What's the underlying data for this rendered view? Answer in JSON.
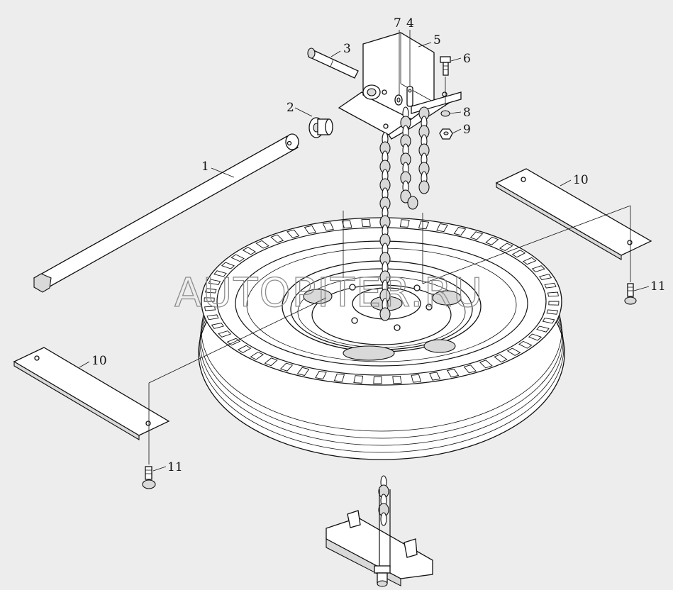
{
  "watermark": "AUTOPITER.RU",
  "callouts": [
    {
      "id": "1",
      "text": "1"
    },
    {
      "id": "2",
      "text": "2"
    },
    {
      "id": "3",
      "text": "3"
    },
    {
      "id": "7",
      "text": "7"
    },
    {
      "id": "4",
      "text": "4"
    },
    {
      "id": "5",
      "text": "5"
    },
    {
      "id": "6",
      "text": "6"
    },
    {
      "id": "8",
      "text": "8"
    },
    {
      "id": "9",
      "text": "9"
    },
    {
      "id": "10a",
      "text": "10"
    },
    {
      "id": "10b",
      "text": "10"
    },
    {
      "id": "11a",
      "text": "11"
    },
    {
      "id": "11b",
      "text": "11"
    }
  ],
  "colors": {
    "background": "#ededed",
    "line": "#111111",
    "watermark": "#8c8c8c"
  }
}
